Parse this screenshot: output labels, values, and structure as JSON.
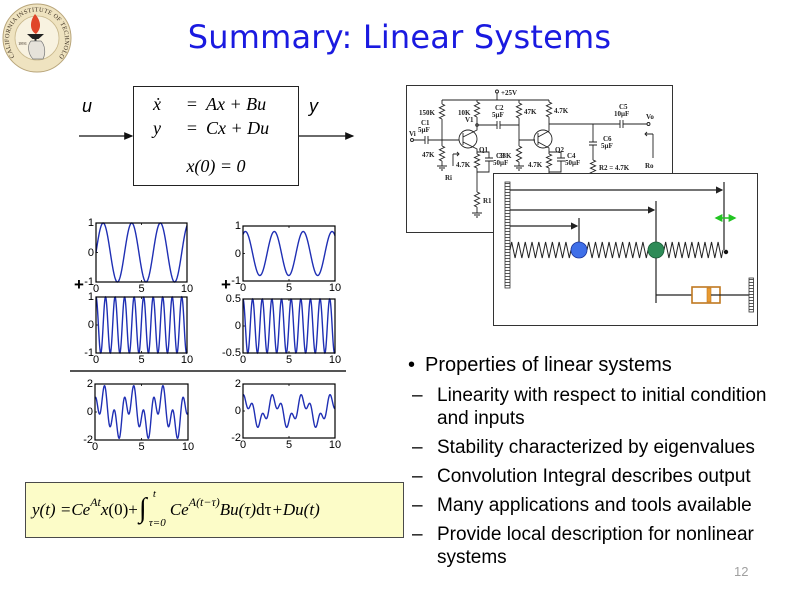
{
  "slide": {
    "title": "Summary: Linear Systems",
    "page_number": "12"
  },
  "colors": {
    "title": "#1a1ae0",
    "signal": "#1f2fb4",
    "formula_background": "#fcfcc8",
    "mass_1": "#3f6fe8",
    "mass_2": "#2e8b57",
    "dashpot": "#c07820",
    "motion_arrow": "#22c422",
    "flame": "#e0452a",
    "seal": "#efe3c0"
  },
  "logo": {
    "ring_text": "CALIFORNIA INSTITUTE OF TECHNOLOGY",
    "year": "1891"
  },
  "block_diagram": {
    "input_label": "u",
    "output_label": "y",
    "equations": [
      {
        "lhs": "ẋ",
        "op": "=",
        "rhs": "Ax + Bu"
      },
      {
        "lhs": "y",
        "op": "=",
        "rhs": "Cx + Du"
      }
    ],
    "initial_condition": "x(0) = 0"
  },
  "plots": {
    "operator": "+",
    "items": [
      {
        "name": "input-response-1",
        "xlim": [
          0,
          10
        ],
        "ylim": [
          -1,
          1
        ],
        "xticks": [
          "0",
          "5",
          "10"
        ],
        "yticks": [
          "1",
          "0",
          "-1"
        ],
        "signal": [
          {
            "amp": 1.0,
            "omega": 2,
            "phase": 0
          }
        ]
      },
      {
        "name": "output-response-1",
        "xlim": [
          0,
          10
        ],
        "ylim": [
          -1,
          1
        ],
        "xticks": [
          "0",
          "5",
          "10"
        ],
        "yticks": [
          "1",
          "0",
          "-1"
        ],
        "signal": [
          {
            "amp": 0.8,
            "omega": 2,
            "phase": 1.05
          }
        ]
      },
      {
        "name": "input-response-2",
        "xlim": [
          0,
          10
        ],
        "ylim": [
          -1,
          1
        ],
        "xticks": [
          "0",
          "5",
          "10"
        ],
        "yticks": [
          "1",
          "0",
          "-1"
        ],
        "signal": [
          {
            "amp": 1.0,
            "omega": 6,
            "phase": 1.571
          }
        ]
      },
      {
        "name": "output-response-2",
        "xlim": [
          0,
          10
        ],
        "ylim": [
          -0.5,
          0.5
        ],
        "xticks": [
          "0",
          "5",
          "10"
        ],
        "yticks": [
          "0.5",
          "0",
          "-0.5"
        ],
        "signal": [
          {
            "amp": 0.5,
            "omega": 6,
            "phase": 1.571
          }
        ]
      },
      {
        "name": "input-sum",
        "xlim": [
          0,
          10
        ],
        "ylim": [
          -2,
          2
        ],
        "xticks": [
          "0",
          "5",
          "10"
        ],
        "yticks": [
          "2",
          "0",
          "-2"
        ],
        "signal": [
          {
            "amp": 1.0,
            "omega": 2,
            "phase": 0
          },
          {
            "amp": 1.0,
            "omega": 6,
            "phase": 1.571
          }
        ]
      },
      {
        "name": "output-sum",
        "xlim": [
          0,
          10
        ],
        "ylim": [
          -2,
          2
        ],
        "xticks": [
          "0",
          "5",
          "10"
        ],
        "yticks": [
          "2",
          "0",
          "-2"
        ],
        "signal": [
          {
            "amp": 0.8,
            "omega": 2,
            "phase": 1.05
          },
          {
            "amp": 0.5,
            "omega": 6,
            "phase": 1.571
          }
        ]
      }
    ]
  },
  "formula": {
    "lhs": "y(t) = ",
    "term1": "Ce",
    "term1_sup": "At",
    "term1_var": "x",
    "term1_rest": "(0)+",
    "integral_sign": "∫",
    "integral_upper": "t",
    "integral_lower": "τ=0",
    "term2": "Ce",
    "term2_sup": "A(t−τ)",
    "term2_var": "Bu(τ)",
    "term2_d": "dτ",
    "term2_rest": "+Du(t)"
  },
  "circuit": {
    "supply": "+25V",
    "r_bias1_top": "150K",
    "r_bias1_bottom": "47K",
    "r_collector1": "10K",
    "r_bias2_top": "47K",
    "r_bias2_bottom": "33K",
    "r_emitter1": "4.7K",
    "r_collector2": "4.7K",
    "r_emitter2": "4.7K",
    "c1": "C1",
    "c1_value": "5μF",
    "c2": "C2",
    "c2_value": "5μF",
    "c3": "C3",
    "c3_value": "50μF",
    "c4": "C4",
    "c4_value": "50μF",
    "c5": "C5",
    "c5_value": "10μF",
    "c6": "C6",
    "c6_value": "5μF",
    "r_load": "R2 = 4.7K",
    "r_1": "R1 =",
    "v_in": "Vi",
    "v_1": "V1",
    "v_out": "Vo",
    "q1": "Q1",
    "q2": "Q2",
    "r_in": "Ri",
    "r_out": "Ro"
  },
  "bullets": {
    "main": "Properties of linear systems",
    "marker": "•",
    "dash": "–",
    "items": [
      "Linearity with respect to initial condition and inputs",
      "Stability characterized by eigenvalues",
      "Convolution Integral describes output",
      "Many applications and tools available",
      "Provide local description for nonlinear systems"
    ]
  }
}
